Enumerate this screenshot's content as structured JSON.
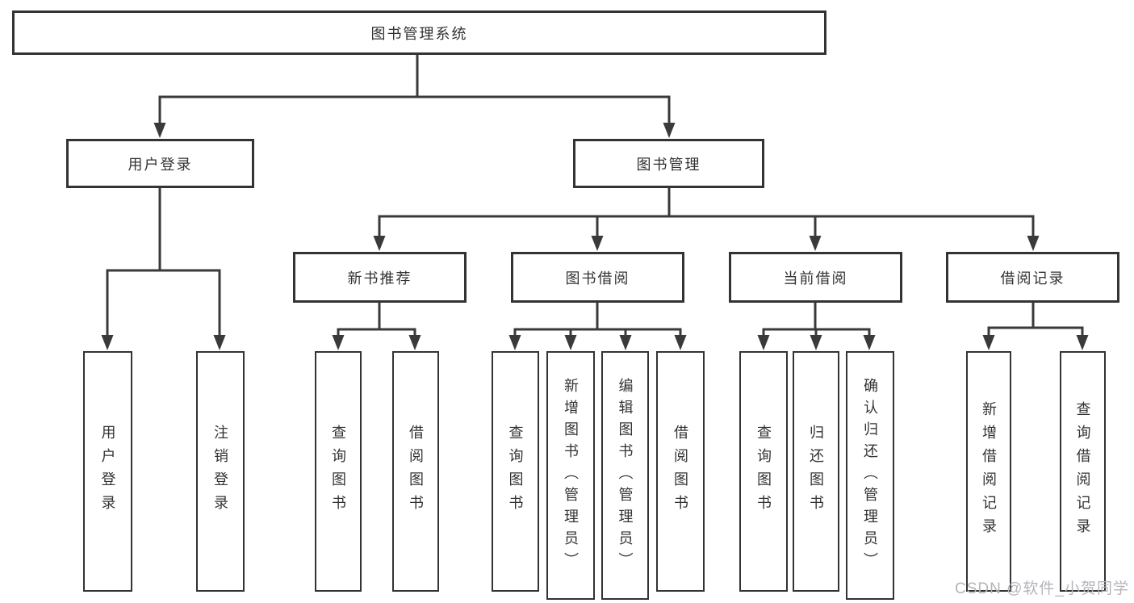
{
  "tree": {
    "root": {
      "label": "图书管理系统"
    },
    "user_login": {
      "label": "用户登录",
      "children": [
        {
          "label": "用户登录"
        },
        {
          "label": "注销登录"
        }
      ]
    },
    "book_mgmt": {
      "label": "图书管理"
    },
    "new_book": {
      "label": "新书推荐",
      "children": [
        {
          "label": "查询图书"
        },
        {
          "label": "借阅图书"
        }
      ]
    },
    "borrow": {
      "label": "图书借阅",
      "children": [
        {
          "label": "查询图书"
        },
        {
          "label": "新增图书（管理员）"
        },
        {
          "label": "编辑图书（管理员）"
        },
        {
          "label": "借阅图书"
        }
      ]
    },
    "current": {
      "label": "当前借阅",
      "children": [
        {
          "label": "查询图书"
        },
        {
          "label": "归还图书"
        },
        {
          "label": "确认归还（管理员）"
        }
      ]
    },
    "records": {
      "label": "借阅记录",
      "children": [
        {
          "label": "新增借阅记录"
        },
        {
          "label": "查询借阅记录"
        }
      ]
    },
    "watermark": "CSDN @软件_小贺同学",
    "colors": {
      "line": "#3a3a3a",
      "box_border": "#333333",
      "box_fill": "#ffffff",
      "text": "#333333",
      "watermark": "#b4b4bb"
    }
  }
}
